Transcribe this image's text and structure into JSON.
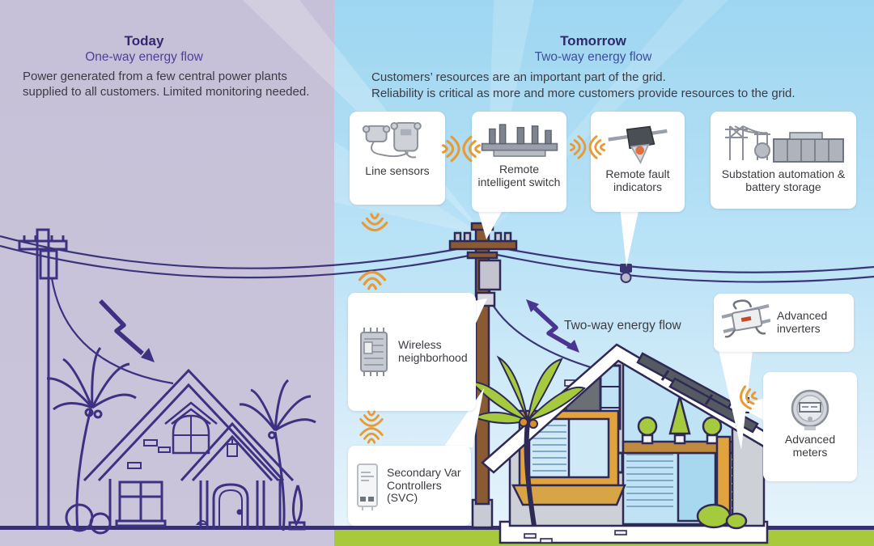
{
  "left_panel": {
    "title": "Today",
    "subtitle": "One-way energy flow",
    "body": "Power generated from a few central power plants supplied to all customers. Limited monitoring needed."
  },
  "right_panel": {
    "title": "Tomorrow",
    "subtitle": "Two-way energy flow",
    "body_line1": "Customers’ resources are an important part of the grid.",
    "body_line2": "Reliability is critical as more and more customers provide resources to the grid."
  },
  "devices": {
    "line_sensors": "Line sensors",
    "remote_intelligent_switch": "Remote intelligent switch",
    "remote_fault_indicators": "Remote fault indicators",
    "substation": "Substation automation & battery storage",
    "wireless_neighborhood": "Wireless neighborhood",
    "svc": "Secondary Var Controllers (SVC)",
    "advanced_inverters": "Advanced inverters",
    "advanced_meters": "Advanced meters"
  },
  "annotations": {
    "two_way_flow": "Two-way energy flow"
  },
  "colors": {
    "left_background": "#c6c0d8",
    "sky_top": "#9ed6f1",
    "sky_bottom": "#e7f5fc",
    "line_art_purple": "#3d3181",
    "wire_indigo": "#3a3478",
    "wifi_orange": "#e89a35",
    "grass_green": "#a9c93d",
    "ground_line": "#37306e",
    "today_title": "#35296d",
    "today_subtitle": "#4f3f97",
    "tomorrow_title": "#2f2a6b",
    "tomorrow_subtitle": "#3c4e9f",
    "body_text": "#3b3b43",
    "pole_brown": "#8a5a33",
    "accent_wood": "#e2a33c"
  }
}
